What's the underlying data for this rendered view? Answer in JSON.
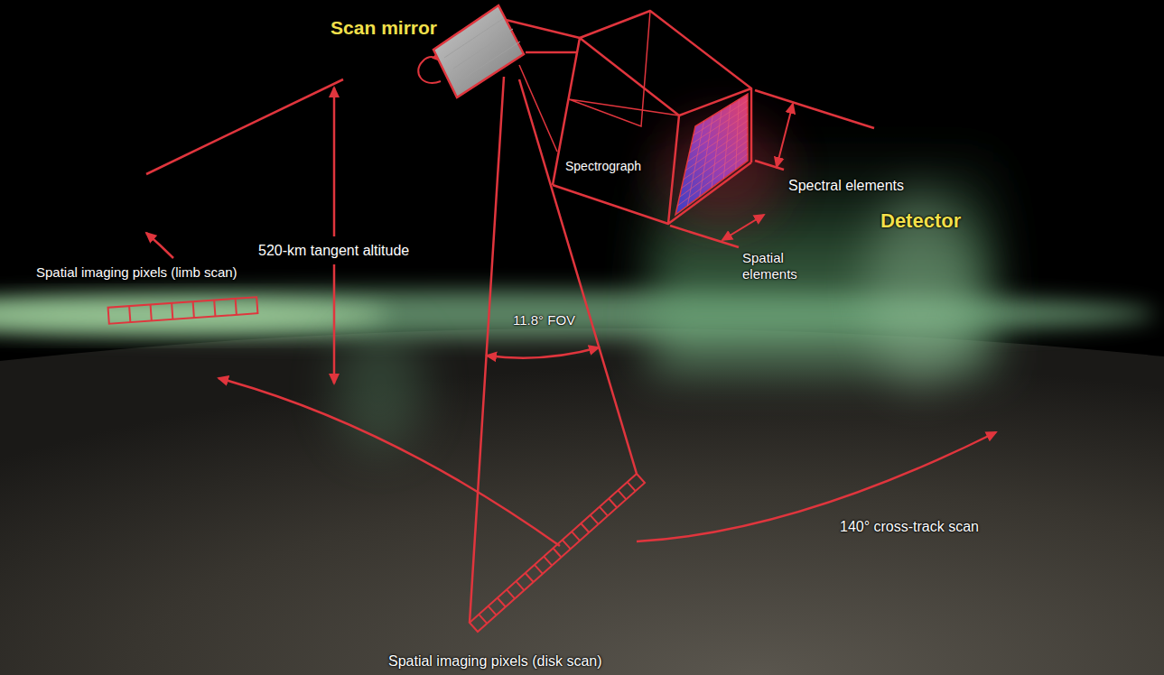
{
  "diagram": {
    "nodes": [
      {
        "text": [
          "Scan mirror"
        ]
      },
      {
        "text": [
          "Spectrograph"
        ]
      }
    ],
    "edges": [
      {
        "from": 0,
        "to": 1,
        "arrow": "none"
      }
    ],
    "labels": [
      "Spectral elements",
      "Detector",
      "520-km tangent altitude",
      "Spatial elements",
      "Spatial imaging pixels (limb scan)",
      "11.8° FOV",
      "140° cross-track scan",
      "Spatial imaging pixels (disk scan)"
    ]
  }
}
